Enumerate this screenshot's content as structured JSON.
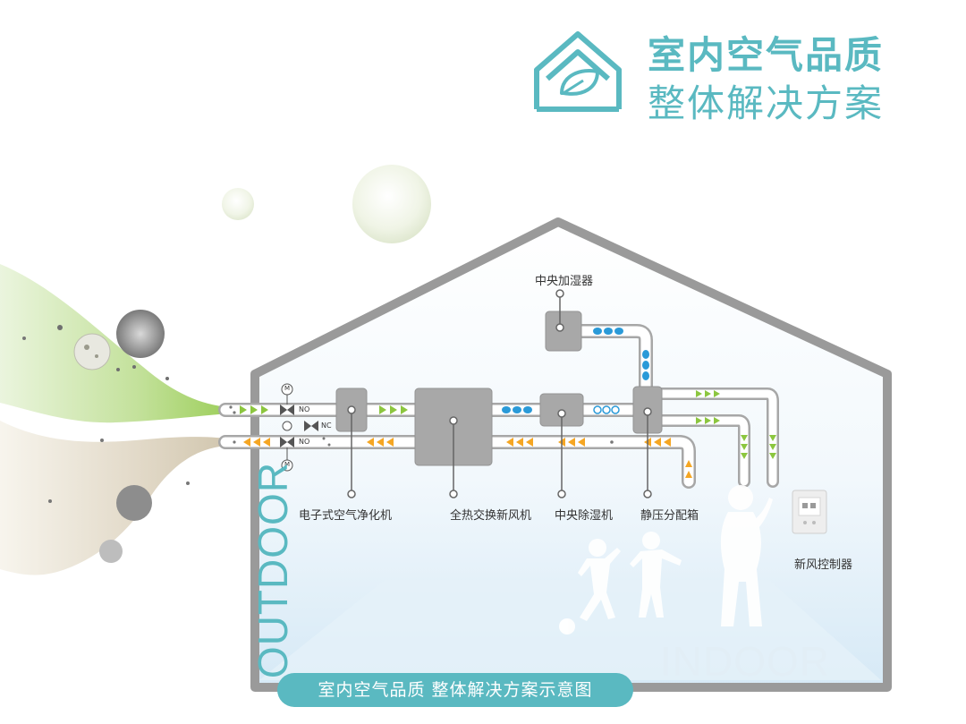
{
  "title": {
    "line1": "室内空气品质",
    "line2": "整体解决方案"
  },
  "labels": {
    "humidifier": "中央加湿器",
    "purifier": "电子式空气净化机",
    "erv": "全热交换新风机",
    "dehumidifier": "中央除湿机",
    "plenum": "静压分配箱",
    "controller": "新风控制器"
  },
  "valves": {
    "no_top": "NO",
    "nc": "NC",
    "no_bottom": "NO",
    "motor_top": "M",
    "motor_bottom": "M"
  },
  "outdoor": "OUTDOOR",
  "indoor": "INDOOR",
  "caption": "室内空气品质 整体解决方案示意图",
  "colors": {
    "accent": "#5ab9c1",
    "fresh_air_arrow": "#8cc63f",
    "exhaust_arrow": "#f5a623",
    "water_drop": "#2a9ad8",
    "equipment": "#a8a8a8",
    "house_outline": "#9a9a9a"
  },
  "icons": [
    "house-leaf-icon",
    "wall-controller-icon",
    "motor-icon",
    "valve-icon"
  ]
}
